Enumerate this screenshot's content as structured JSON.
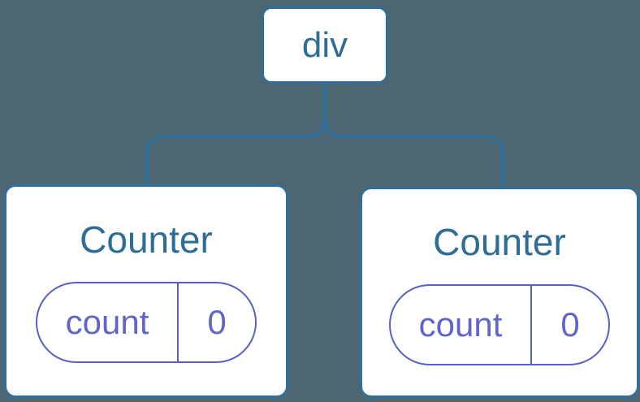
{
  "diagram": {
    "description": "Component tree: root div with two Counter children, each holding count state",
    "root": {
      "label": "div"
    },
    "children": [
      {
        "title": "Counter",
        "state": {
          "name": "count",
          "value": "0"
        }
      },
      {
        "title": "Counter",
        "state": {
          "name": "count",
          "value": "0"
        }
      }
    ],
    "colors": {
      "background": "#4D6772",
      "node_blue": "#2F6F9B",
      "node_text_blue": "#2E6D96",
      "card_background": "#FFFFFF",
      "state_purple_border": "#575EC5",
      "state_purple_text": "#6065CB"
    }
  }
}
